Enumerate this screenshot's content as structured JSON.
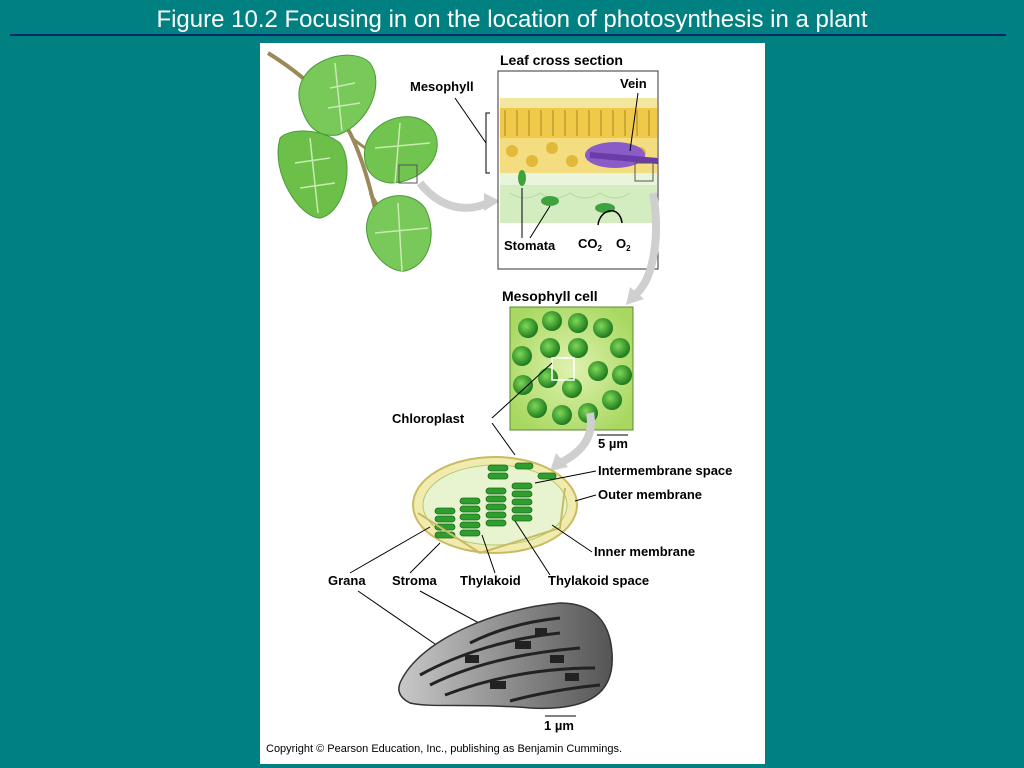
{
  "slide": {
    "title": "Figure 10.2  Focusing in on the location of photosynthesis in a plant"
  },
  "figure": {
    "leaf_section_title": "Leaf cross section",
    "mesophyll_label": "Mesophyll",
    "vein_label": "Vein",
    "stomata_label": "Stomata",
    "co2_label": "CO",
    "co2_sub": "2",
    "o2_label": "O",
    "o2_sub": "2",
    "mesophyll_cell_title": "Mesophyll cell",
    "chloroplast_label": "Chloroplast",
    "scale_5": "5 µm",
    "intermembrane_label": "Intermembrane space",
    "outer_membrane_label": "Outer membrane",
    "inner_membrane_label": "Inner membrane",
    "grana_label": "Grana",
    "stroma_label": "Stroma",
    "thylakoid_label": "Thylakoid",
    "thylakoid_space_label": "Thylakoid space",
    "scale_1": "1 µm",
    "copyright": "Copyright © Pearson Education, Inc., publishing as Benjamin Cummings."
  },
  "colors": {
    "background": "#008080",
    "title_text": "#ffffff",
    "rule": "#002a6a",
    "leaf_green": "#6cc04a",
    "chloroplast_green": "#2e9e2e",
    "vein_purple": "#8a5cc8"
  }
}
